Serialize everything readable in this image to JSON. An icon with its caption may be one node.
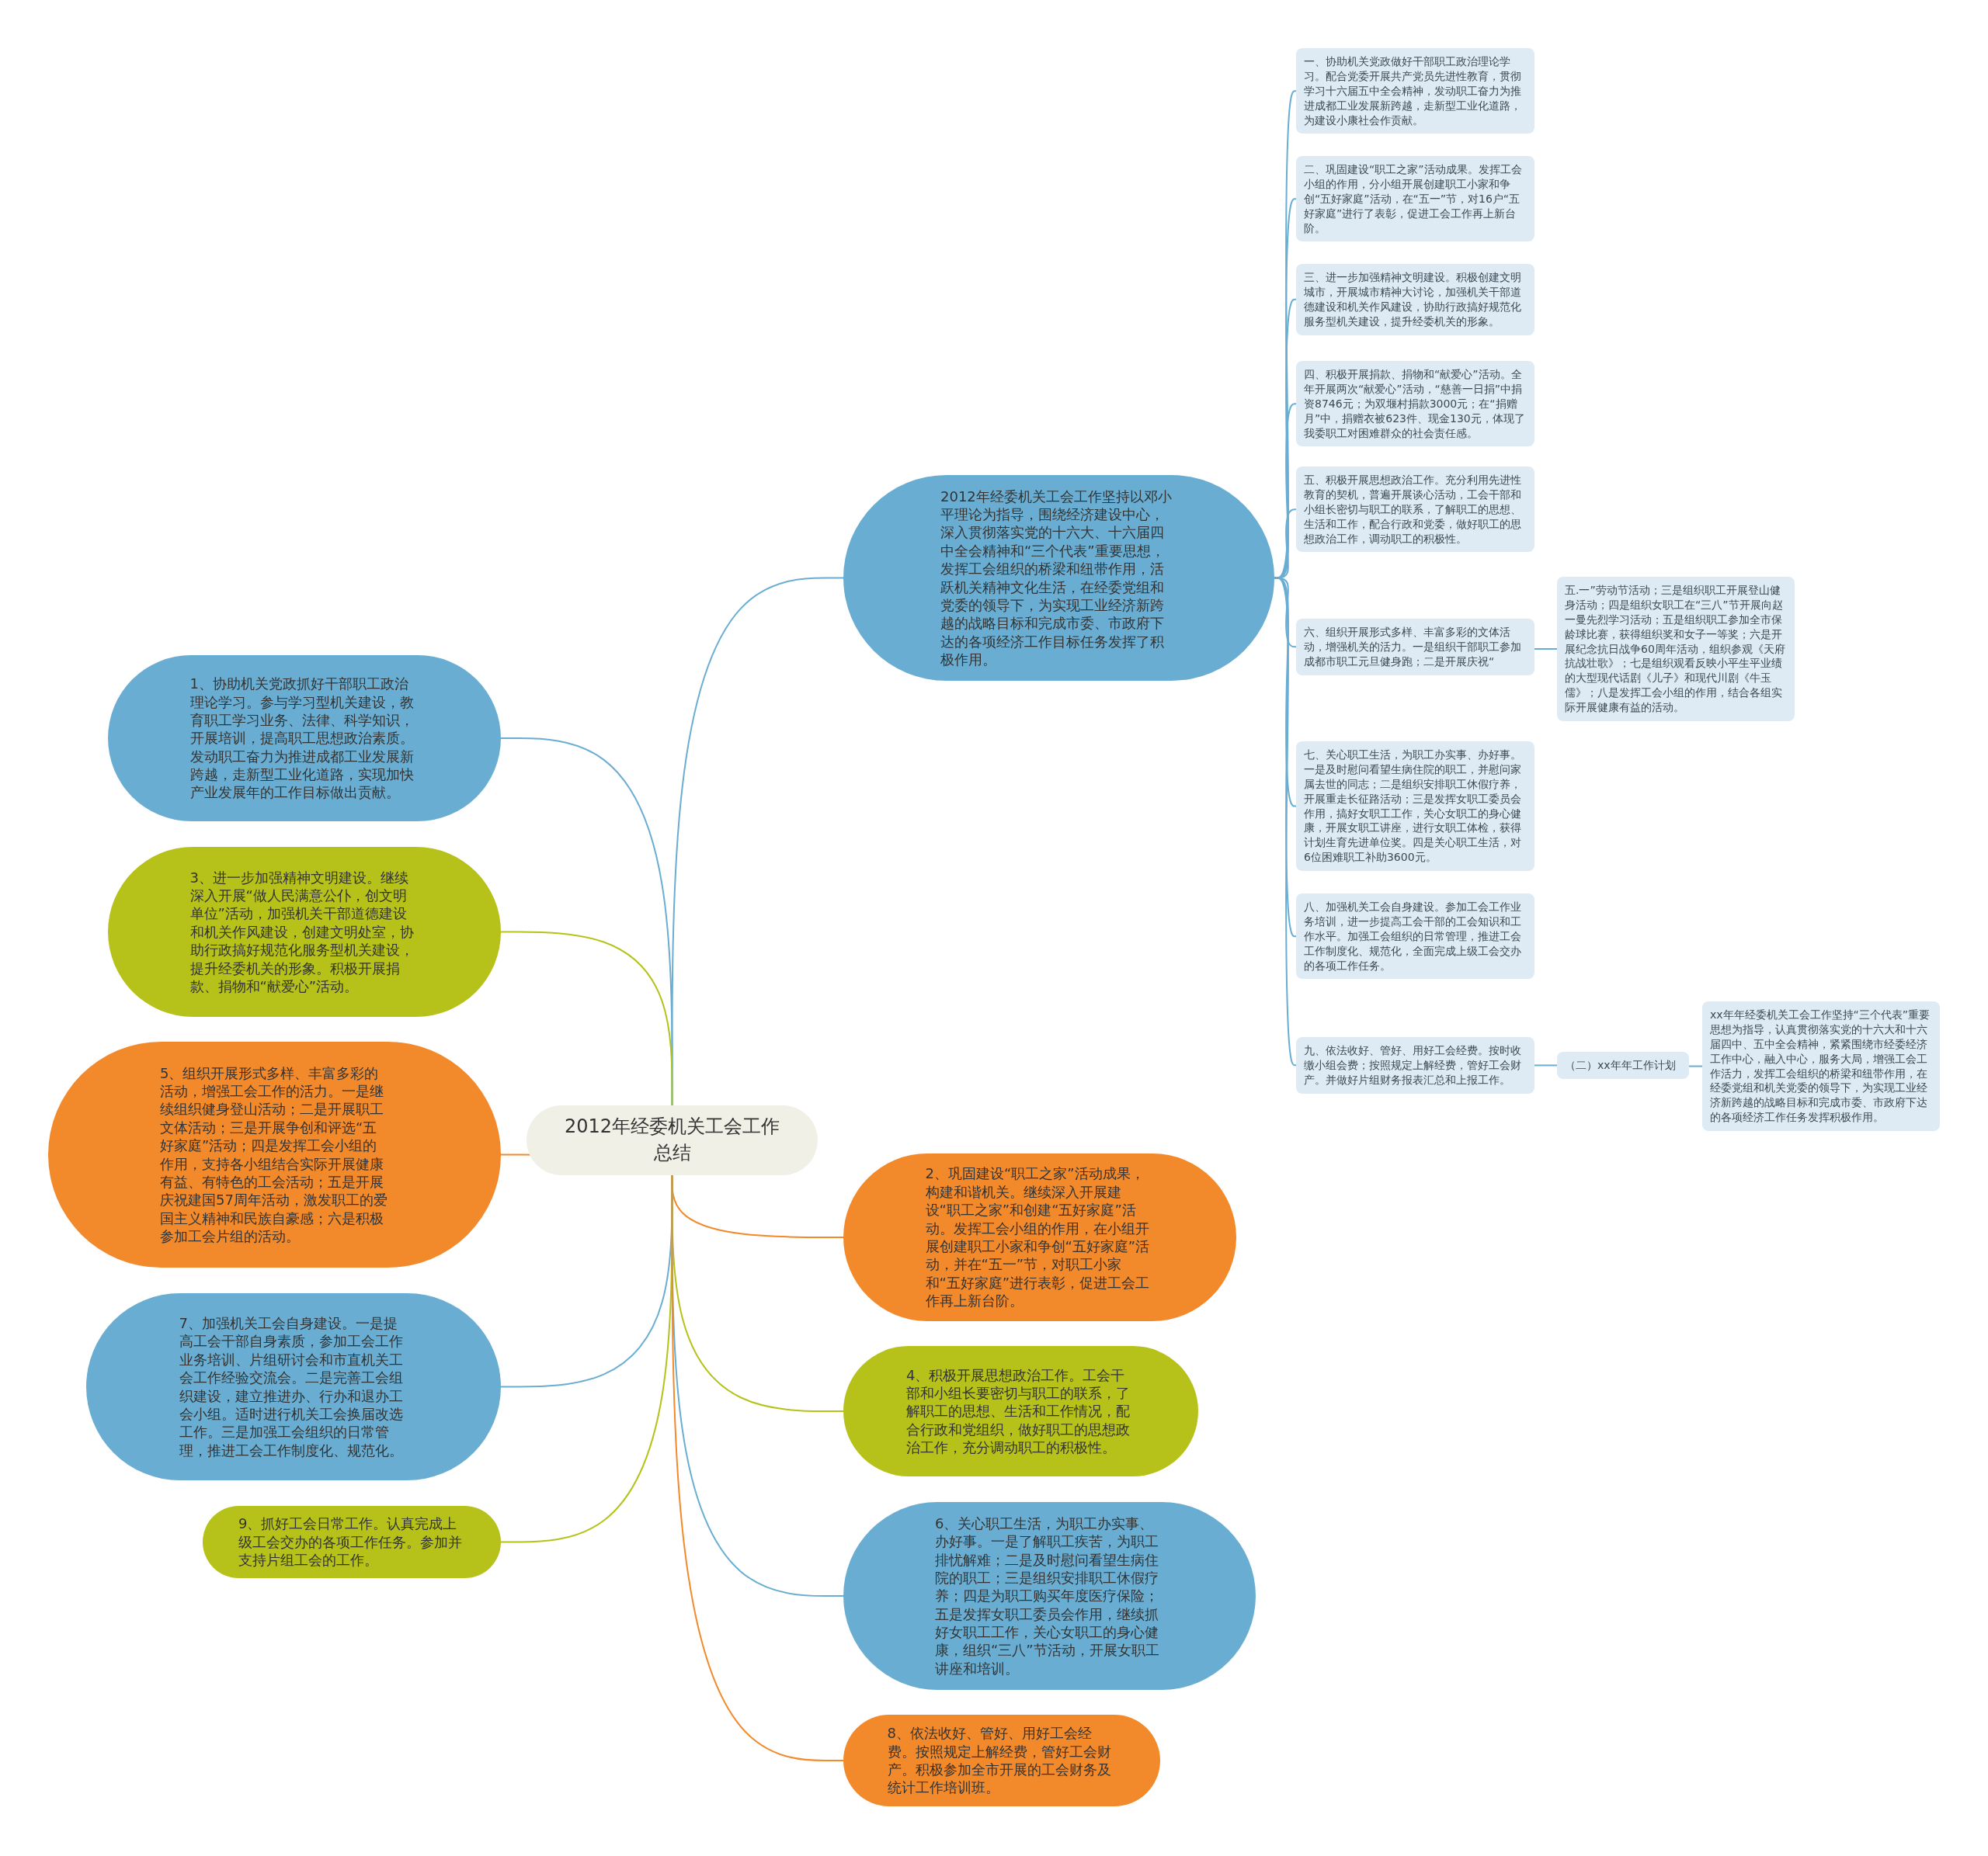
{
  "diagram": {
    "nodes": [
      {
        "text": [
          "2012年经委机关工会工作总结"
        ]
      },
      {
        "text": [
          "2012年经委机关工会工作坚持以邓小平理论为指导，围绕经济建设中心，深入贯彻落实党的十六大、十六届四中全会精神和“三个代表”重要思想，发挥工会组织的桥梁和纽带作用，活跃机关精神文化生活，在经委党组和党委的领导下，为实现工业经济新跨越的战略目标和完成市委、市政府下达的各项经济工作目标任务发挥了积极作用。"
        ]
      },
      {
        "text": [
          "一、协助机关党政做好干部职工政治理论学习。配合党委开展共产党员先进性教育，贯彻学习十六届五中全会精神，发动职工奋力为推进成都工业发展新跨越，走新型工业化道路，为建设小康社会作贡献。"
        ]
      },
      {
        "text": [
          "二、巩固建设“职工之家”活动成果。发挥工会小组的作用，分小组开展创建职工小家和争创“五好家庭”活动，在“五一”节，对16户“五好家庭”进行了表彰，促进工会工作再上新台阶。"
        ]
      },
      {
        "text": [
          "三、进一步加强精神文明建设。积极创建文明城市，开展城市精神大讨论，加强机关干部道德建设和机关作风建设，协助行政搞好规范化服务型机关建设，提升经委机关的形象。"
        ]
      },
      {
        "text": [
          "四、积极开展捐款、捐物和“献爱心”活动。全年开展两次“献爱心”活动，“慈善一日捐”中捐资8746元；为双堰村捐款3000元；在“捐赠月”中，捐赠衣被623件、现金130元，体现了我委职工对困难群众的社会责任感。"
        ]
      },
      {
        "text": [
          "五、积极开展思想政治工作。充分利用先进性教育的契机，普遍开展谈心活动，工会干部和小组长密切与职工的联系，了解职工的思想、生活和工作，配合行政和党委，做好职工的思想政治工作，调动职工的积极性。"
        ]
      },
      {
        "text": [
          "六、组织开展形式多样、丰富多彩的文体活动，增强机关的活力。一是组织干部职工参加成都市职工元旦健身跑；二是开展庆祝“"
        ]
      },
      {
        "text": [
          "七、关心职工生活，为职工办实事、办好事。一是及时慰问看望生病住院的职工，并慰问家属去世的同志；二是组织安排职工休假疗养，开展重走长征路活动；三是发挥女职工委员会作用，搞好女职工工作，关心女职工的身心健康，开展女职工讲座，进行女职工体检，获得计划生育先进单位奖。四是关心职工生活，对6位困难职工补助3600元。"
        ]
      },
      {
        "text": [
          "八、加强机关工会自身建设。参加工会工作业务培训，进一步提高工会干部的工会知识和工作水平。加强工会组织的日常管理，推进工会工作制度化、规范化，全面完成上级工会交办的各项工作任务。"
        ]
      },
      {
        "text": [
          "九、依法收好、管好、用好工会经费。按时收缴小组会费；按照规定上解经费，管好工会财产。并做好片组财务报表汇总和上报工作。"
        ]
      },
      {
        "text": [
          "五.一”劳动节活动；三是组织职工开展登山健身活动；四是组织女职工在“三八”节开展向赵一曼先烈学习活动；五是组织职工参加全市保龄球比赛，获得组织奖和女子一等奖；六是开展纪念抗日战争60周年活动，组织参观《天府抗战壮歌》；七是组织观看反映小平生平业绩的大型现代话剧《儿子》和现代川剧《牛玉儒》；八是发挥工会小组的作用，结合各组实际开展健康有益的活动。"
        ]
      },
      {
        "text": [
          "（二）xx年年工作计划"
        ]
      },
      {
        "text": [
          "xx年年经委机关工会工作坚持“三个代表”重要思想为指导，认真贯彻落实党的十六大和十六届四中、五中全会精神，紧紧围绕市经委经济工作中心，融入中心，服务大局，增强工会工作活力，发挥工会组织的桥梁和纽带作用，在经委党组和机关党委的领导下，为实现工业经济新跨越的战略目标和完成市委、市政府下达的各项经济工作任务发挥积极作用。"
        ]
      },
      {
        "text": [
          "1、协助机关党政抓好干部职工政治理论学习。参与学习型机关建设，教育职工学习业务、法律、科学知识，开展培训，提高职工思想政治素质。发动职工奋力为推进成都工业发展新跨越，走新型工业化道路，实现加快产业发展年的工作目标做出贡献。"
        ]
      },
      {
        "text": [
          "3、进一步加强精神文明建设。继续深入开展“做人民满意公仆，创文明单位”活动，加强机关干部道德建设和机关作风建设，创建文明处室，协助行政搞好规范化服务型机关建设，提升经委机关的形象。积极开展捐款、捐物和“献爱心”活动。"
        ]
      },
      {
        "text": [
          "5、组织开展形式多样、丰富多彩的活动，增强工会工作的活力。一是继续组织健身登山活动；二是开展职工文体活动；三是开展争创和评选“五好家庭”活动；四是发挥工会小组的作用，支持各小组结合实际开展健康有益、有特色的工会活动；五是开展庆祝建国57周年活动，激发职工的爱国主义精神和民族自豪感；六是积极参加工会片组的活动。"
        ]
      },
      {
        "text": [
          "7、加强机关工会自身建设。一是提高工会干部自身素质，参加工会工作业务培训、片组研讨会和市直机关工会工作经验交流会。二是完善工会组织建设，建立推进办、行办和退办工会小组。适时进行机关工会换届改选工作。三是加强工会组织的日常管理，推进工会工作制度化、规范化。"
        ]
      },
      {
        "text": [
          "9、抓好工会日常工作。认真完成上级工会交办的各项工作任务。参加并支持片组工会的工作。"
        ]
      },
      {
        "text": [
          "2、巩固建设“职工之家”活动成果，构建和谐机关。继续深入开展建设“职工之家”和创建“五好家庭”活动。发挥工会小组的作用，在小组开展创建职工小家和争创“五好家庭”活动，并在“五一”节，对职工小家和“五好家庭”进行表彰，促进工会工作再上新台阶。"
        ]
      },
      {
        "text": [
          "4、积极开展思想政治工作。工会干部和小组长要密切与职工的联系，了解职工的思想、生活和工作情况，配合行政和党组织，做好职工的思想政治工作，充分调动职工的积极性。"
        ]
      },
      {
        "text": [
          "6、关心职工生活，为职工办实事、办好事。一是了解职工疾苦，为职工排忧解难；二是及时慰问看望生病住院的职工；三是组织安排职工休假疗养；四是为职工购买年度医疗保险；五是发挥女职工委员会作用，继续抓好女职工工作，关心女职工的身心健康，组织“三八”节活动，开展女职工讲座和培训。"
        ]
      },
      {
        "text": [
          "8、依法收好、管好、用好工会经费。按照规定上解经费，管好工会财产。积极参加全市开展的工会财务及统计工作培训班。"
        ]
      }
    ],
    "edges": [
      {
        "from": 0,
        "to": 1,
        "arrow": "none"
      },
      {
        "from": 1,
        "to": 2,
        "arrow": "none"
      },
      {
        "from": 1,
        "to": 3,
        "arrow": "none"
      },
      {
        "from": 1,
        "to": 4,
        "arrow": "none"
      },
      {
        "from": 1,
        "to": 5,
        "arrow": "none"
      },
      {
        "from": 1,
        "to": 6,
        "arrow": "none"
      },
      {
        "from": 1,
        "to": 7,
        "arrow": "none"
      },
      {
        "from": 1,
        "to": 8,
        "arrow": "none"
      },
      {
        "from": 1,
        "to": 9,
        "arrow": "none"
      },
      {
        "from": 1,
        "to": 10,
        "arrow": "none"
      },
      {
        "from": 7,
        "to": 11,
        "arrow": "none"
      },
      {
        "from": 10,
        "to": 12,
        "arrow": "none"
      },
      {
        "from": 12,
        "to": 13,
        "arrow": "none"
      },
      {
        "from": 0,
        "to": 14,
        "arrow": "none"
      },
      {
        "from": 0,
        "to": 15,
        "arrow": "none",
        "color": "#b5c218"
      },
      {
        "from": 0,
        "to": 16,
        "arrow": "none",
        "color": "#f28a2c"
      },
      {
        "from": 0,
        "to": 17,
        "arrow": "none"
      },
      {
        "from": 0,
        "to": 18,
        "arrow": "none",
        "color": "#b5c218"
      },
      {
        "from": 0,
        "to": 19,
        "arrow": "none",
        "color": "#f28a2c"
      },
      {
        "from": 0,
        "to": 20,
        "arrow": "none",
        "color": "#b5c218"
      },
      {
        "from": 0,
        "to": 21,
        "arrow": "none"
      },
      {
        "from": 0,
        "to": 22,
        "arrow": "none",
        "color": "#f28a2c"
      }
    ]
  }
}
